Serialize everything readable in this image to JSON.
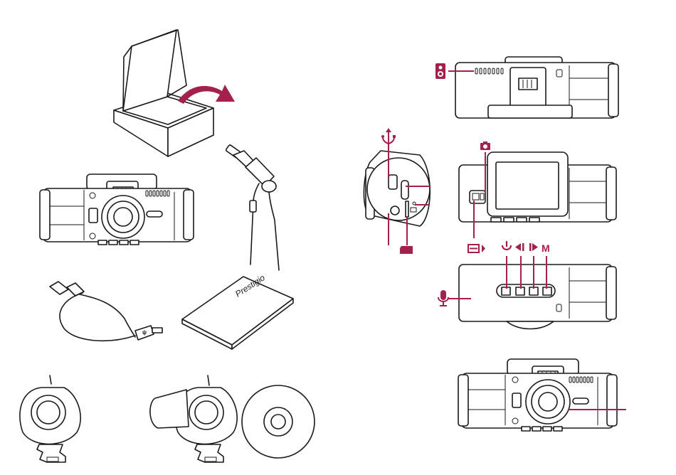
{
  "colors": {
    "accent": "#a3214b",
    "line": "#1a1a1a"
  },
  "package_contents": {
    "items": [
      "box-opening",
      "dash-camera",
      "car-charger",
      "usb-cable",
      "manual",
      "suction-mount",
      "windshield-mount",
      "cd-disc"
    ],
    "manual_brand": "Prestigio"
  },
  "controls": {
    "button_labels": {
      "menu": "M"
    },
    "icons": [
      "speaker-icon",
      "usb-icon",
      "camera-icon",
      "sd-card-icon",
      "microphone-icon",
      "display-toggle-icon",
      "power-icon",
      "prev-icon",
      "next-icon"
    ]
  }
}
